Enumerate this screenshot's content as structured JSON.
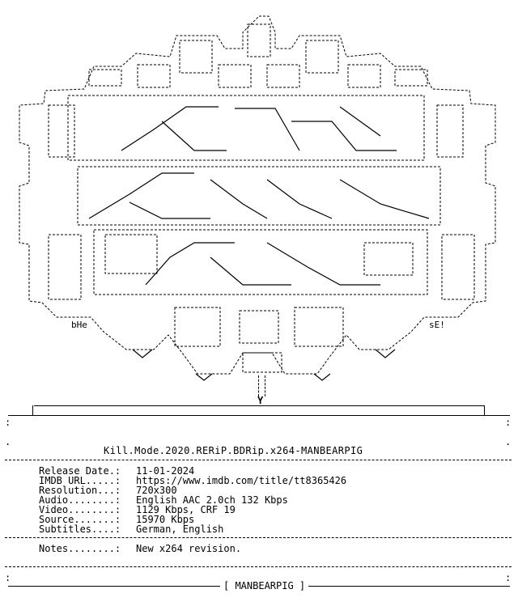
{
  "ascii_art": {
    "tag_left": "bHe",
    "tag_right": "sE!",
    "separator_char": "Y"
  },
  "release": {
    "title": "Kill.Mode.2020.RERiP.BDRip.x264-MANBEARPIG",
    "fields": [
      {
        "key": "Release Date.:",
        "value": "11-01-2024"
      },
      {
        "key": "IMDB URL.....:",
        "value": "https://www.imdb.com/title/tt8365426"
      },
      {
        "key": "Resolution...:",
        "value": "720x300"
      },
      {
        "key": "Audio........:",
        "value": "English AAC 2.0ch 132 Kbps"
      },
      {
        "key": "Video........:",
        "value": "1129 Kbps, CRF 19"
      },
      {
        "key": "Source.......:",
        "value": "15970 Kbps"
      },
      {
        "key": "Subtitles....:",
        "value": "German, English"
      }
    ],
    "notes_key": "Notes........:",
    "notes_value": "New x264 revision.",
    "footer_label": "[ MANBEARPIG ]"
  }
}
